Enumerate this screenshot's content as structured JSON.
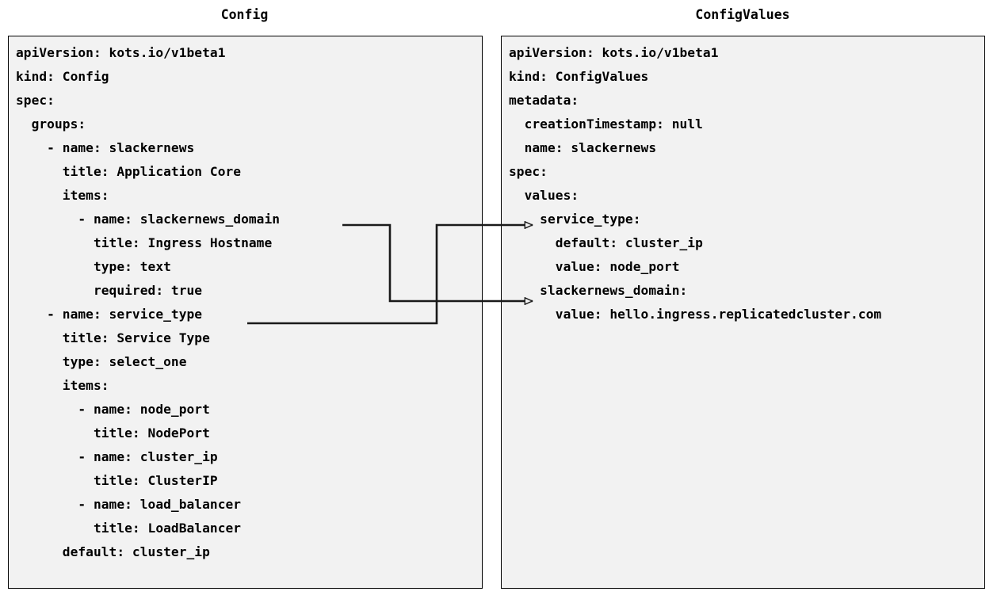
{
  "diagram": {
    "type": "two-panel-yaml-mapping",
    "background_color": "#ffffff",
    "panel_fill_color": "#f2f2f2",
    "panel_border_color": "#000000",
    "connector_color": "#1a1a1a"
  },
  "left_panel": {
    "title": "Config",
    "lines": [
      "apiVersion: kots.io/v1beta1",
      "kind: Config",
      "spec:",
      "  groups:",
      "    - name: slackernews",
      "      title: Application Core",
      "      items:",
      "        - name: slackernews_domain",
      "          title: Ingress Hostname",
      "          type: text",
      "          required: true",
      "    - name: service_type",
      "      title: Service Type",
      "      type: select_one",
      "      items:",
      "        - name: node_port",
      "          title: NodePort",
      "        - name: cluster_ip",
      "          title: ClusterIP",
      "        - name: load_balancer",
      "          title: LoadBalancer",
      "      default: cluster_ip"
    ]
  },
  "right_panel": {
    "title": "ConfigValues",
    "lines": [
      "apiVersion: kots.io/v1beta1",
      "kind: ConfigValues",
      "metadata:",
      "  creationTimestamp: null",
      "  name: slackernews",
      "spec:",
      "  values:",
      "    service_type:",
      "      default: cluster_ip",
      "      value: node_port",
      "    slackernews_domain:",
      "      value: hello.ingress.replicatedcluster.com"
    ]
  },
  "connectors": [
    {
      "name": "slackernews-domain-mapping",
      "from_label": "slackernews_domain",
      "to_label": "slackernews_domain:",
      "arrow_style": "hollow-triangle"
    },
    {
      "name": "service-type-mapping",
      "from_label": "service_type",
      "to_label": "service_type:",
      "arrow_style": "hollow-triangle"
    }
  ]
}
